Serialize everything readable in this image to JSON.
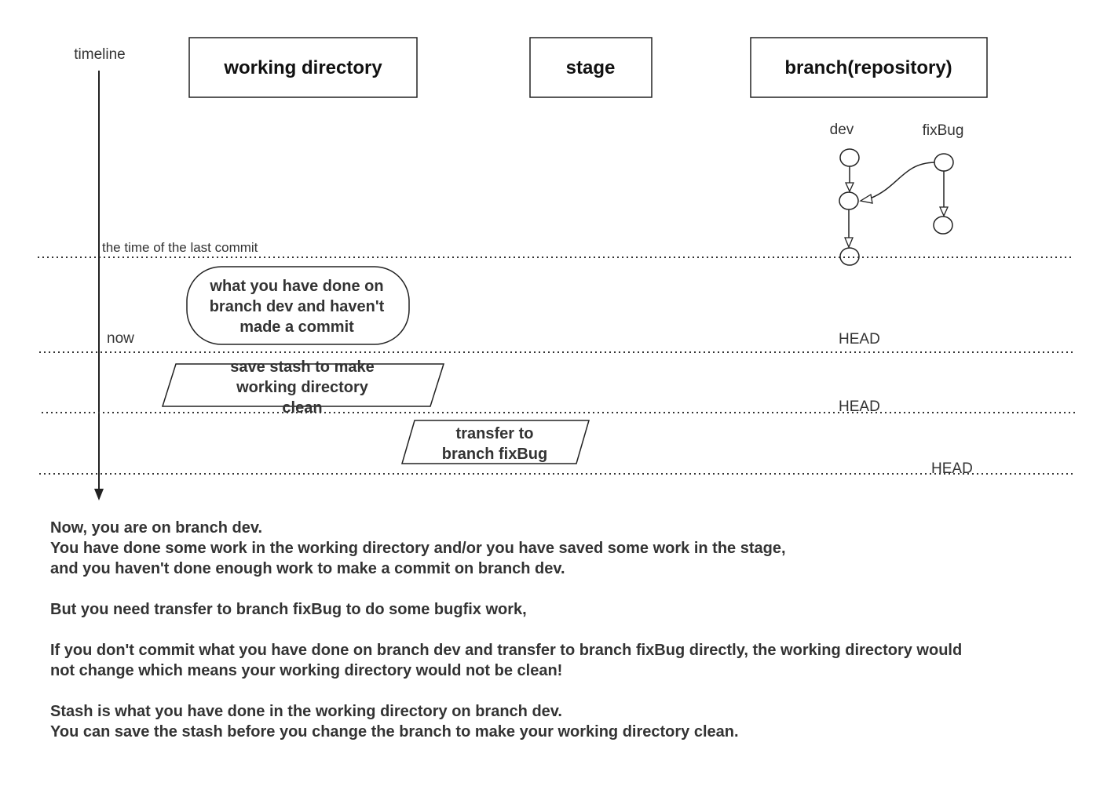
{
  "timeline_label": "timeline",
  "columns": {
    "working_directory": "working directory",
    "stage": "stage",
    "branch": "branch(repository)"
  },
  "branches": {
    "dev": "dev",
    "fixbug": "fixBug"
  },
  "markers": {
    "last_commit": "the time of the last commit",
    "now": "now",
    "head": "HEAD"
  },
  "shapes": {
    "uncommitted_work": [
      "what you have done on",
      "branch dev and haven't",
      "made a commit"
    ],
    "save_stash": [
      "save stash to make",
      "working directory",
      "clean"
    ],
    "transfer": [
      "transfer to",
      "branch fixBug"
    ]
  },
  "notes": [
    [
      "Now, you are on branch dev.",
      "You have done some work in the working directory and/or you have saved some work in the stage,",
      "and you haven't done enough work to make a commit on branch dev."
    ],
    [
      "But you need transfer to branch fixBug to do some bugfix work,"
    ],
    [
      "If you don't commit what you have done on branch dev and transfer to branch fixBug directly, the working directory would",
      "not change which means your working directory would not be clean!"
    ],
    [
      "Stash is what you have done in the working directory on branch dev.",
      "You can save the stash before you change the branch to make your working directory clean."
    ]
  ]
}
